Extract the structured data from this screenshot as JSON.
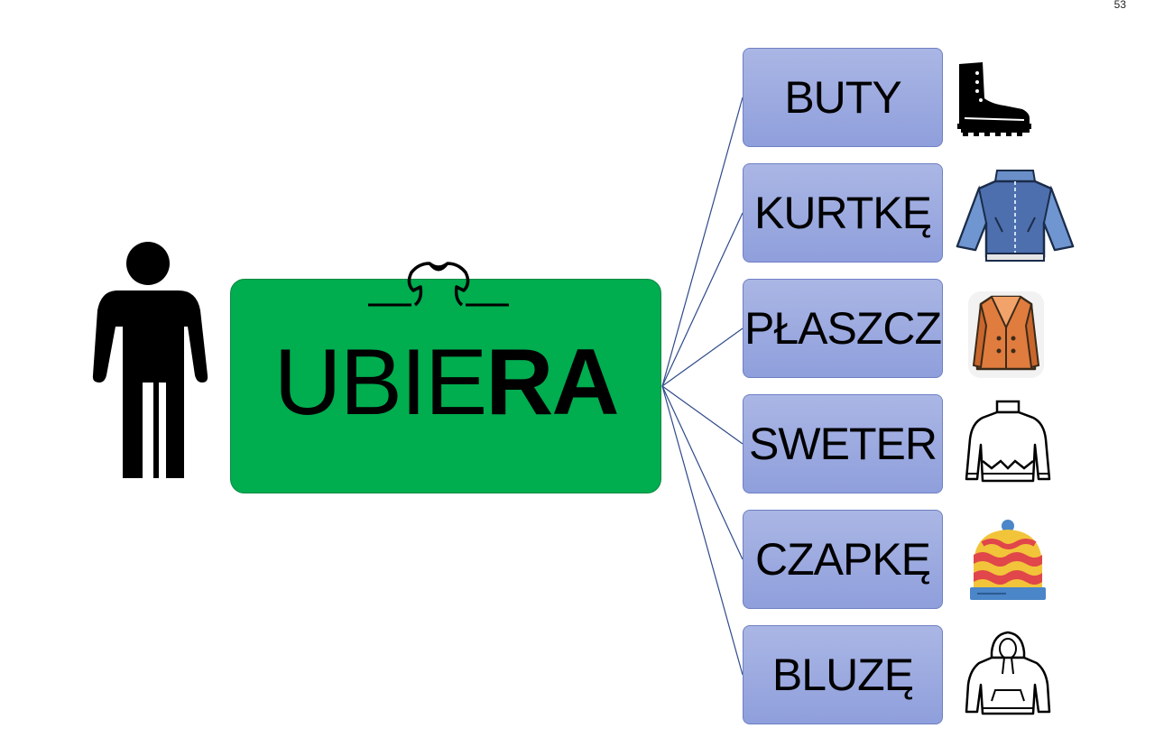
{
  "page_number": "53",
  "verb": {
    "part_light": "UBIE",
    "part_bold": "RA"
  },
  "objects": [
    {
      "label": "BUTY",
      "icon": "boot-icon"
    },
    {
      "label": "KURTKĘ",
      "icon": "jacket-icon"
    },
    {
      "label": "PŁASZCZ",
      "icon": "coat-icon"
    },
    {
      "label": "SWETER",
      "icon": "sweater-icon"
    },
    {
      "label": "CZAPKĘ",
      "icon": "hat-icon"
    },
    {
      "label": "BLUZĘ",
      "icon": "hoodie-icon"
    }
  ],
  "colors": {
    "verb_box": "#00ad4f",
    "object_box": "#8f9fdc",
    "connector": "#2f4a8a"
  }
}
